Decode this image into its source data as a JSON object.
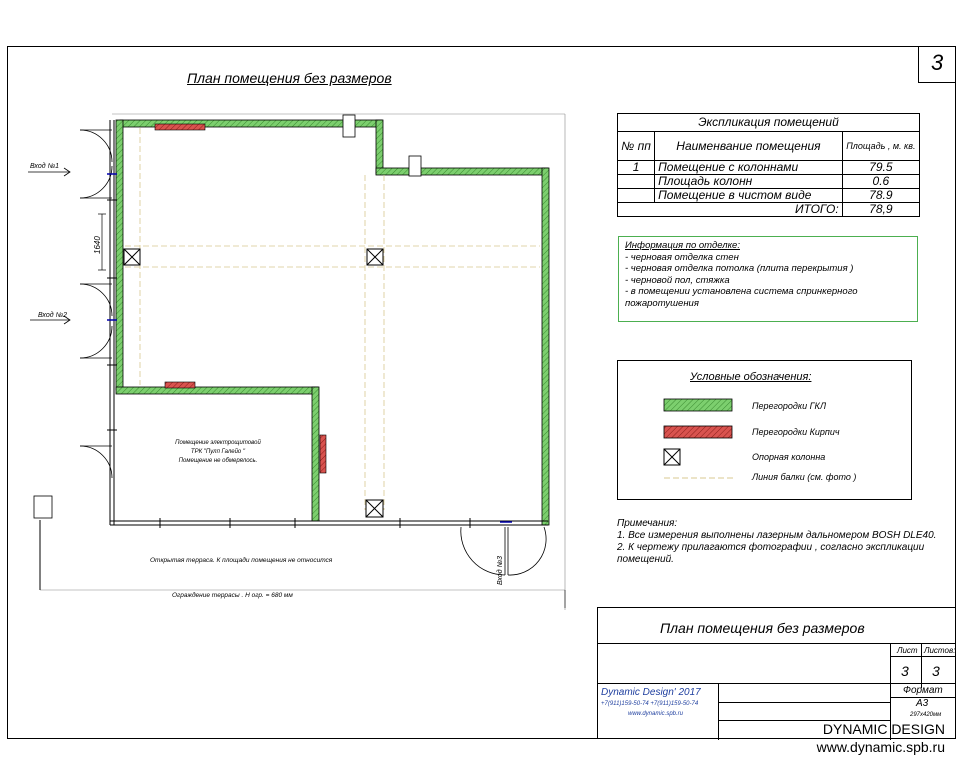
{
  "sheet": {
    "page_number": "3",
    "title": "План помещения без размеров"
  },
  "explication": {
    "title": "Экспликация помещений",
    "headers": [
      "№ пп",
      "Наименвание помещения",
      "Площадь , м. кв."
    ],
    "rows": [
      {
        "num": "1",
        "name": "Помещение с колоннами",
        "area": "79.5"
      },
      {
        "num": "",
        "name": "Площадь колонн",
        "area": "0.6"
      },
      {
        "num": "",
        "name": "Помещение в чистом виде",
        "area": "78.9"
      }
    ],
    "total_label": "ИТОГО:",
    "total_value": "78,9"
  },
  "info": {
    "title": "Информация по отделке:",
    "lines": [
      "- черновая отделка стен",
      "- черновая отделка потолка  (плита перекрытия )",
      "- черновой пол, стяжка",
      "- в помещении установлена система спринкерного",
      "пожаротушения"
    ]
  },
  "legend": {
    "title": "Условные обозначения:",
    "items": [
      {
        "label": "Перегородки ГКЛ",
        "color": "#7ccf6e"
      },
      {
        "label": "Перегородки Кирпич",
        "color": "#d9534f"
      },
      {
        "label": "Опорная колонна",
        "color": "#000000"
      },
      {
        "label": "Линия балки  (см. фото )",
        "color": "#c8b060"
      }
    ]
  },
  "notes": {
    "title": "Примечания:",
    "lines": [
      "1. Все измерения выполнены лазерным дальномером  BOSH DLE40.",
      "2. К чертежу прилагаются фотографии , согласно экспликации",
      "помещений."
    ]
  },
  "plan": {
    "title": "План помещения без размеров",
    "entrance1": "Вход №1",
    "entrance2": "Вход №2",
    "dimension": "1640",
    "room_note": [
      "Помещение электрощитовой",
      "ТРК \"Пулп Галейо \"",
      "Помещение не обмерялось."
    ],
    "terrace_text": "Открытая терраса. К площади помещения не относится",
    "fence_text": "Ограждение террасы . Н огр. = 680 мм",
    "exit_text": "Вход №3"
  },
  "stamp": {
    "title": "План помещения без размеров",
    "sheet_label": "Лист",
    "sheets_label": "Листов:",
    "sheet_value": "3",
    "sheets_value": "3",
    "company": "Dynamic Design' 2017",
    "phones": "+7(911)159-50-74     +7(911)159-50-74",
    "site": "www.dynamic.spb.ru",
    "format_label": "Формат",
    "format_value": "А3",
    "format_size": "297х420мм"
  },
  "watermark": {
    "line1": "DYNAMIC DESIGN",
    "line2": "www.dynamic.spb.ru"
  },
  "colors": {
    "gkl": "#7ccf6e",
    "brick": "#d9534f",
    "info_border": "#4caf50"
  }
}
